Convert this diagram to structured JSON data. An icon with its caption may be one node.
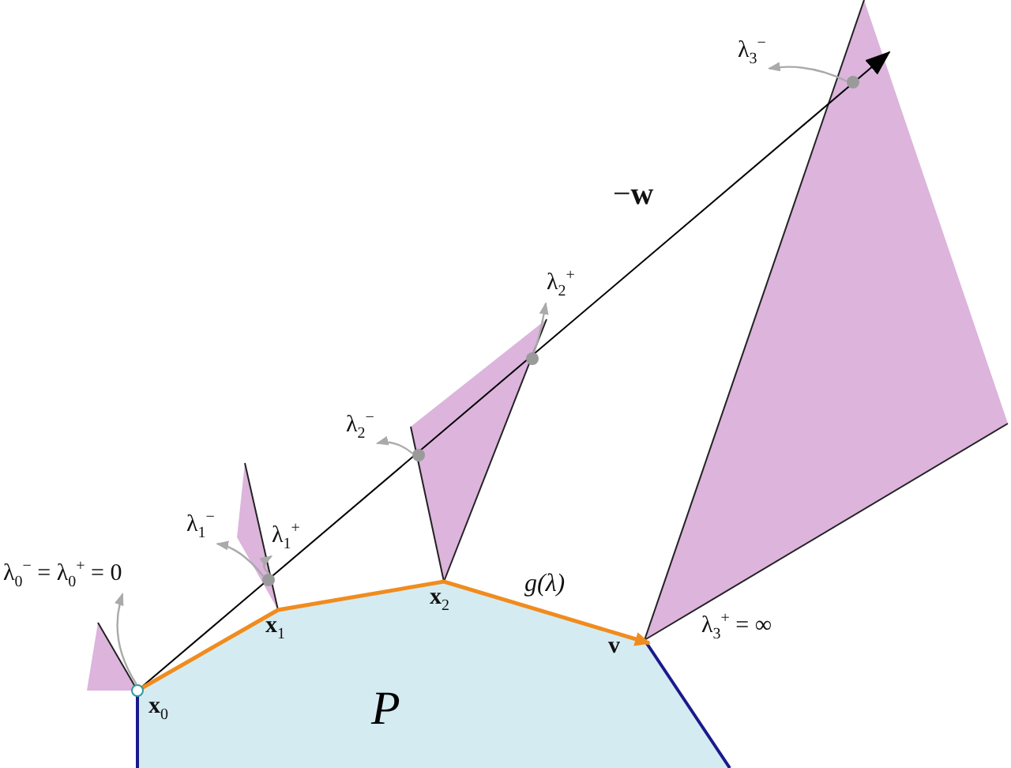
{
  "diagram": {
    "nodes": [
      {
        "text": [
          "P"
        ]
      },
      {
        "text": [
          "λ$_{0}$$^{−}$ = λ$_{0}$$^{+}$ = 0"
        ]
      },
      {
        "text": [],
        "shape": "circle"
      },
      {
        "text": [
          "λ$_{1}$$^{−}$"
        ]
      },
      {
        "text": [
          "λ$_{1}$$^{+}$"
        ]
      },
      {
        "text": [],
        "shape": "circle"
      },
      {
        "text": [
          "λ$_{2}$$^{−}$"
        ]
      },
      {
        "text": [],
        "shape": "circle"
      },
      {
        "text": [
          "λ$_{2}$$^{+}$"
        ]
      },
      {
        "text": [],
        "shape": "circle"
      },
      {
        "text": [
          "λ$_{3}$$^{−}$"
        ]
      },
      {
        "text": [],
        "shape": "circle"
      }
    ],
    "edges": [
      {
        "from": 2,
        "to": 1,
        "arrow": "to"
      },
      {
        "from": 5,
        "to": 3,
        "arrow": "to"
      },
      {
        "from": 5,
        "to": 4,
        "arrow": "to"
      },
      {
        "from": 7,
        "to": 6,
        "arrow": "to"
      },
      {
        "from": 9,
        "to": 8,
        "arrow": "to"
      },
      {
        "from": 11,
        "to": 10,
        "arrow": "to"
      }
    ],
    "labels": [
      "−**w**",
      "g(λ)",
      "**x**$_{2}$",
      "**x**$_{1}$",
      "λ$_{3}$$^{+}$ = ∞",
      "**v**",
      "**x**$_{0}$"
    ]
  }
}
